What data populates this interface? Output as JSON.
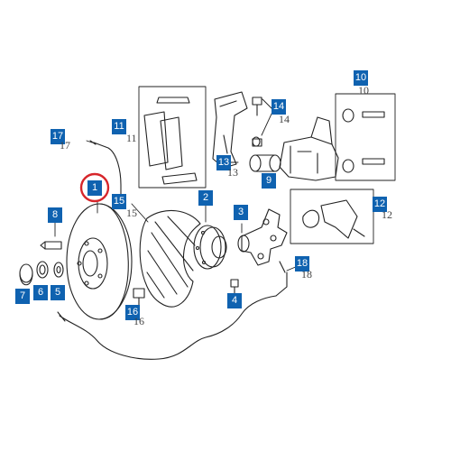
{
  "colors": {
    "callout": "#0f62b0",
    "ink": "#222222",
    "highlight": "#d7262b"
  },
  "callouts": [
    {
      "id": "c1",
      "text": "1"
    },
    {
      "id": "c2",
      "text": "2"
    },
    {
      "id": "c3",
      "text": "3"
    },
    {
      "id": "c4",
      "text": "4"
    },
    {
      "id": "c5",
      "text": "5"
    },
    {
      "id": "c6",
      "text": "6"
    },
    {
      "id": "c7",
      "text": "7"
    },
    {
      "id": "c8",
      "text": "8"
    },
    {
      "id": "c9",
      "text": "9"
    },
    {
      "id": "c10",
      "text": "10"
    },
    {
      "id": "c11",
      "text": "11"
    },
    {
      "id": "c12",
      "text": "12"
    },
    {
      "id": "c13",
      "text": "13"
    },
    {
      "id": "c14",
      "text": "14"
    },
    {
      "id": "c15",
      "text": "15"
    },
    {
      "id": "c16",
      "text": "16"
    },
    {
      "id": "c17",
      "text": "17"
    },
    {
      "id": "c18",
      "text": "18"
    }
  ],
  "ghost_labels": [
    {
      "id": "g10",
      "text": "10"
    },
    {
      "id": "g11",
      "text": "11"
    },
    {
      "id": "g12",
      "text": "12"
    },
    {
      "id": "g13",
      "text": "13"
    },
    {
      "id": "g14",
      "text": "14"
    },
    {
      "id": "g15",
      "text": "15"
    },
    {
      "id": "g16",
      "text": "16"
    },
    {
      "id": "g17",
      "text": "17"
    },
    {
      "id": "g18",
      "text": "18"
    }
  ],
  "highlighted_part": "1"
}
